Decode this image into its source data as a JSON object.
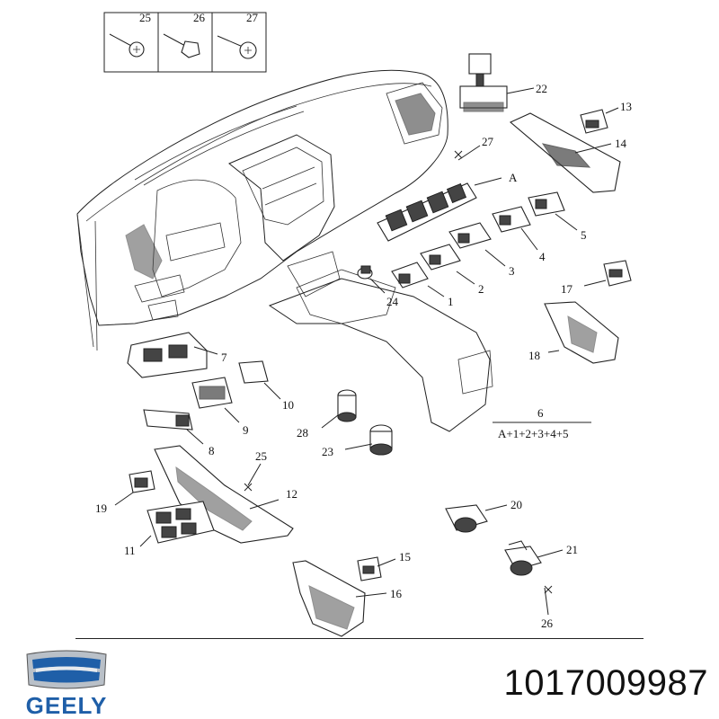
{
  "diagram": {
    "callouts": {
      "c1": "1",
      "c2": "2",
      "c3": "3",
      "c4": "4",
      "c5": "5",
      "c6": "6",
      "c7": "7",
      "c8": "8",
      "c9": "9",
      "c10": "10",
      "c11": "11",
      "c12": "12",
      "c13": "13",
      "c14": "14",
      "c15": "15",
      "c16": "16",
      "c17": "17",
      "c18": "18",
      "c19": "19",
      "c20": "20",
      "c21": "21",
      "c22": "22",
      "c23": "23",
      "c24": "24",
      "c25": "25",
      "c26": "26",
      "c27": "27",
      "c28": "28",
      "c25b": "25",
      "c26b": "26",
      "c27b": "27",
      "cA": "A"
    },
    "assembly_formula": "A+1+2+3+4+5"
  },
  "footer": {
    "brand": "GEELY",
    "part_number": "1017009987"
  },
  "colors": {
    "logo_blue": "#1f5fa8",
    "logo_silver": "#b9c0c8",
    "ink": "#111111"
  }
}
